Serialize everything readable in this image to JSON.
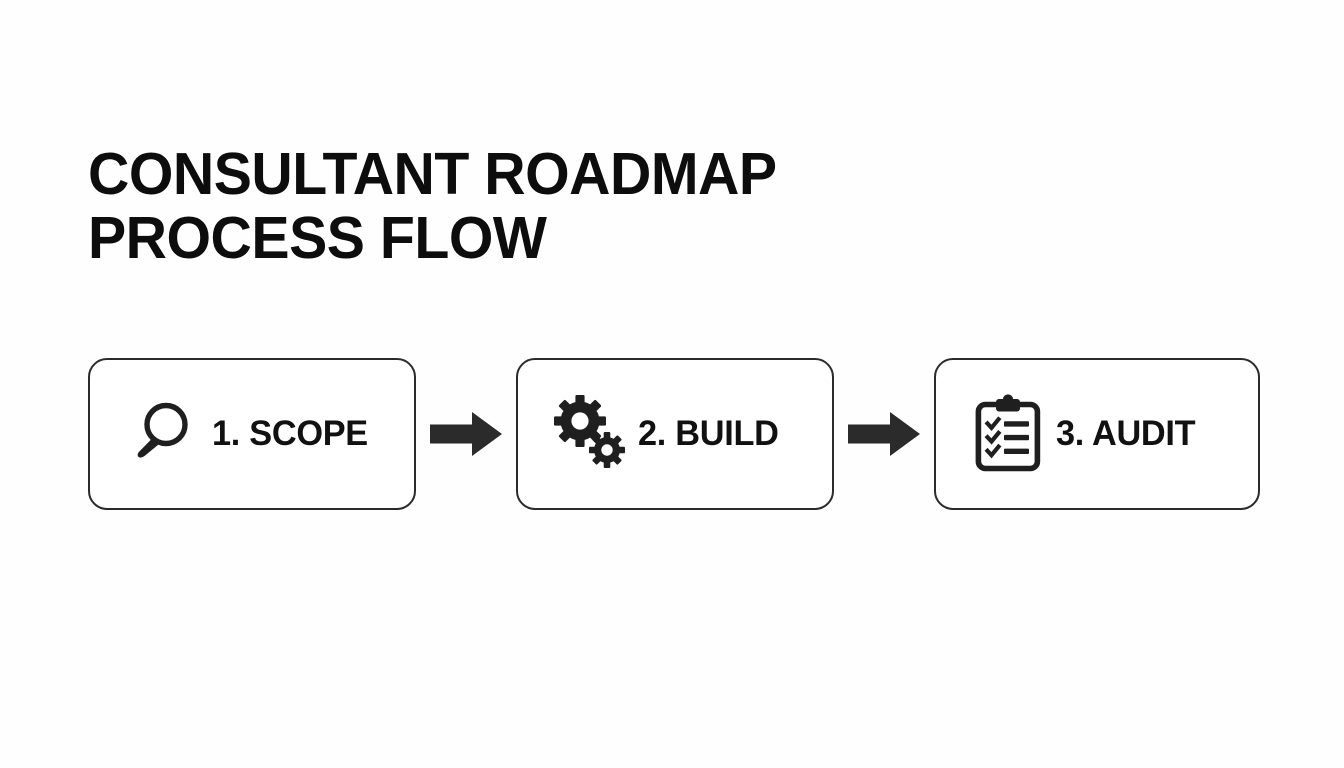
{
  "slide": {
    "background_color": "#fefefe",
    "ink_color": "#111111",
    "border_color": "#2b2b2b"
  },
  "title": {
    "line1": "Consultant Roadmap",
    "line2": "Process Flow"
  },
  "flow": {
    "steps": [
      {
        "label": "1. Scope",
        "icon": "magnifying-glass-icon",
        "number": "1",
        "name": "Scope"
      },
      {
        "label": "2. Build",
        "icon": "gears-icon",
        "number": "2",
        "name": "Build"
      },
      {
        "label": "3. Audit",
        "icon": "clipboard-checklist-icon",
        "number": "3",
        "name": "Audit"
      }
    ],
    "connectors": [
      {
        "icon": "arrow-right-icon"
      },
      {
        "icon": "arrow-right-icon"
      }
    ]
  }
}
